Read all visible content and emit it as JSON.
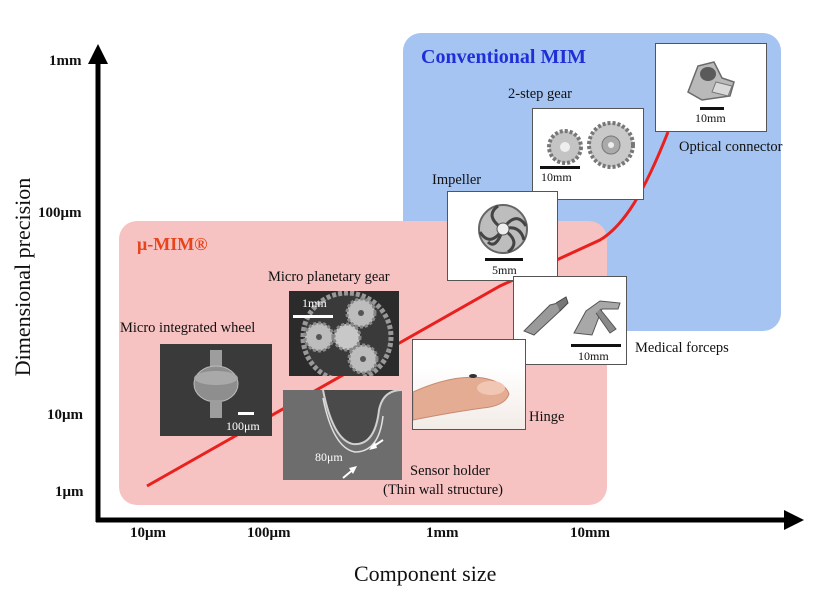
{
  "regions": {
    "conventional": "Conventional MIM",
    "umim": "μ-MIM®"
  },
  "axes": {
    "x_title": "Component size",
    "y_title": "Dimensional precision",
    "x_ticks": [
      "10μm",
      "100μm",
      "1mm",
      "10mm"
    ],
    "y_ticks": [
      "1mm",
      "100μm",
      "10μm",
      "1μm"
    ]
  },
  "items": {
    "optical_connector": {
      "label": "Optical connector",
      "scale": "10mm"
    },
    "two_step_gear": {
      "label": "2-step gear",
      "scale": "10mm"
    },
    "impeller": {
      "label": "Impeller",
      "scale": "5mm"
    },
    "medical_forceps": {
      "label": "Medical forceps",
      "scale": "10mm"
    },
    "hinge": {
      "label": "Hinge"
    },
    "micro_planetary_gear": {
      "label": "Micro planetary gear",
      "scale": "1mm"
    },
    "micro_integrated_wheel": {
      "label": "Micro integrated wheel",
      "scale": "100μm"
    },
    "sensor_holder": {
      "label": "Sensor holder",
      "sublabel": "(Thin wall structure)",
      "scale": "80μm"
    }
  },
  "colors": {
    "conventional_bg": "#a6c4f2",
    "conventional_title": "#1f2fd8",
    "umim_bg": "#f6c3c2",
    "umim_title": "#e8431b",
    "trend_line": "#e8201e"
  }
}
